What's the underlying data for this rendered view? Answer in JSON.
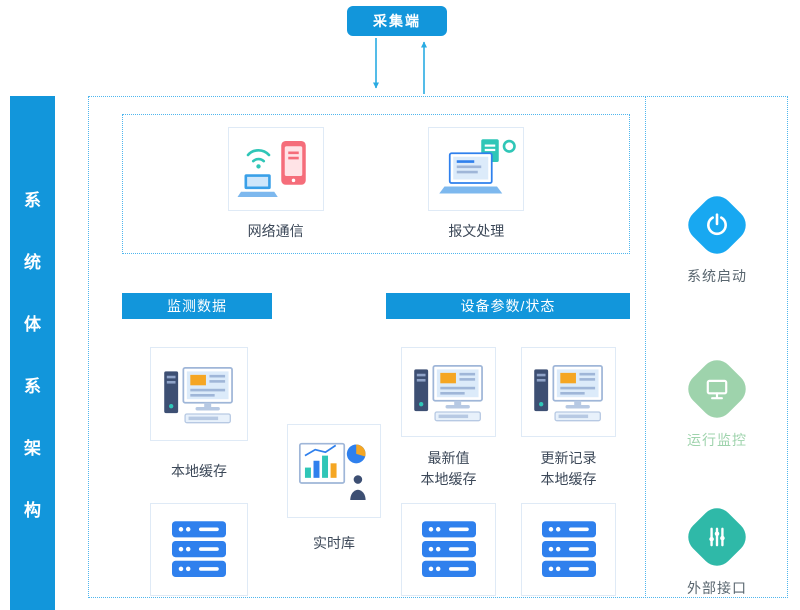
{
  "colors": {
    "primary": "#1296db",
    "dotted": "#4fb6ee",
    "arrow": "#29abe2",
    "rail_blue": "#18a8f1",
    "rail_green": "#9ed3ac",
    "rail_teal": "#2fb9a8"
  },
  "sidebar": {
    "chars": [
      "系",
      "统",
      "体",
      "系",
      "架",
      "构"
    ]
  },
  "top_node": {
    "label": "采集端"
  },
  "comm": {
    "items": [
      {
        "label": "网络通信",
        "icon": "network-communication-icon"
      },
      {
        "label": "报文处理",
        "icon": "message-processing-icon"
      }
    ]
  },
  "monitor": {
    "header": "监测数据",
    "cache_label": "本地缓存"
  },
  "realtime": {
    "label": "实时库"
  },
  "device": {
    "header": "设备参数/状态",
    "columns": [
      {
        "line1": "最新值",
        "line2": "本地缓存"
      },
      {
        "line1": "更新记录",
        "line2": "本地缓存"
      }
    ]
  },
  "rail": {
    "items": [
      {
        "label": "系统启动",
        "icon": "power-icon"
      },
      {
        "label": "运行监控",
        "icon": "monitor-icon"
      },
      {
        "label": "外部接口",
        "icon": "sliders-icon"
      }
    ]
  }
}
